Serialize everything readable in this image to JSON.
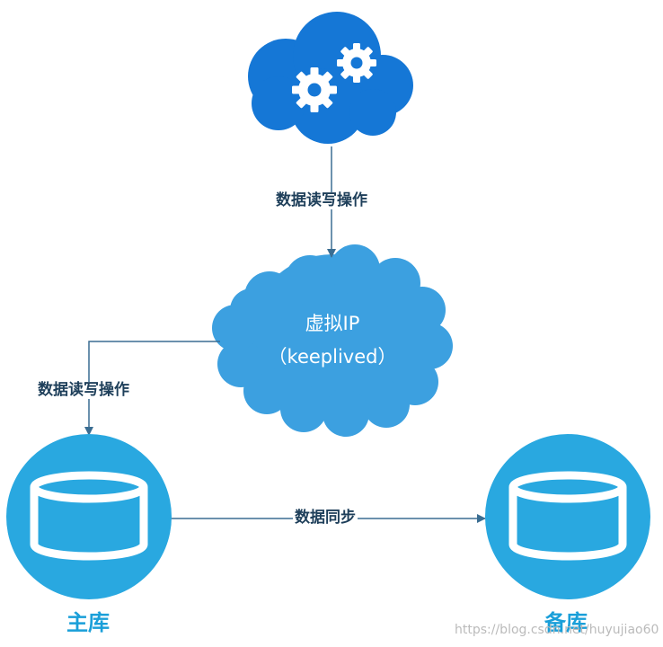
{
  "edges": {
    "client_to_vip": "数据读写操作",
    "vip_to_master": "数据读写操作",
    "master_to_backup": "数据同步"
  },
  "vip_cloud": {
    "title": "虚拟IP",
    "subtitle": "（keeplived）"
  },
  "nodes": {
    "master": "主库",
    "backup": "备库"
  },
  "watermark": "https://blog.csdn.net/huyujiao60",
  "colors": {
    "app_cloud": "#1577d6",
    "vip_cloud": "#3ca0e0",
    "database": "#29a8e0",
    "arrow": "#3a6d92",
    "edge_label": "#1e3f5a"
  }
}
